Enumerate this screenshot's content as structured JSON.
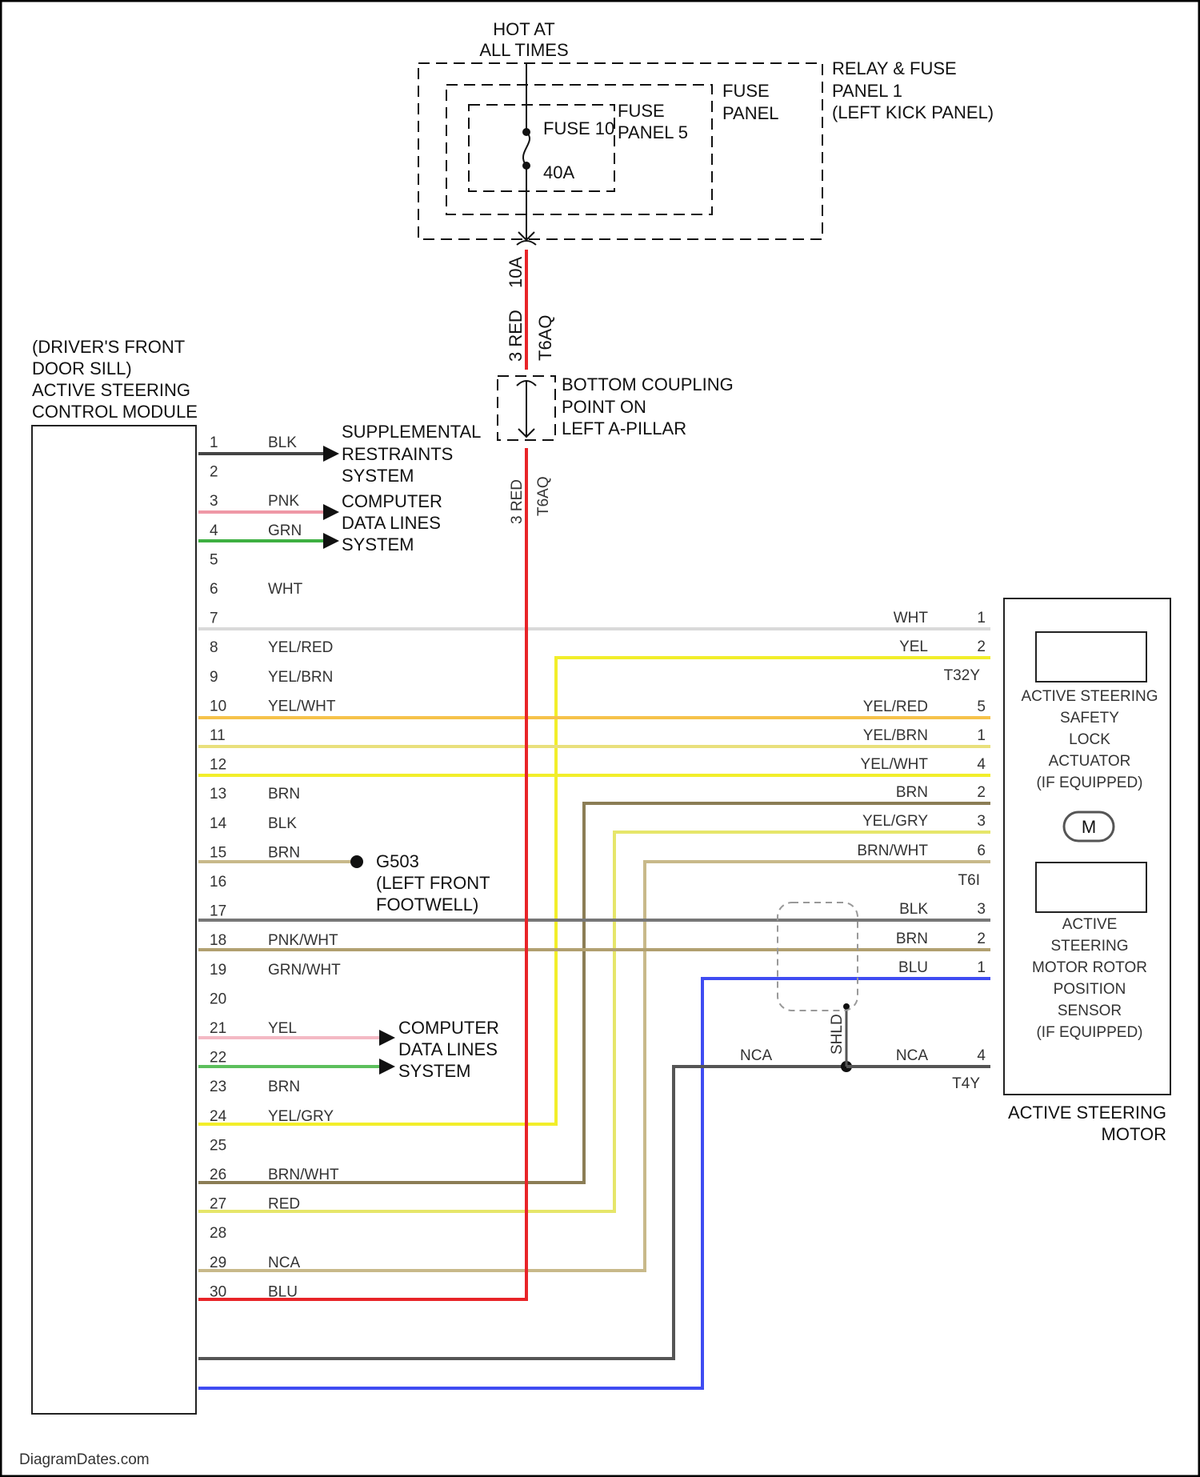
{
  "colors": {
    "RED": "#e82428",
    "BLK": "#444444",
    "PNK": "#ef98a6",
    "GRN": "#3eb042",
    "WHT": "#d9d9d9",
    "YEL": "#f2ee2a",
    "ORANGE": "#f6c24a",
    "TAN": "#c8b98a",
    "BRN": "#8b7d55",
    "GRAY": "#c9c97a",
    "BLU": "#3f4cf2",
    "PINKLT": "#f4b9c4"
  },
  "supply": {
    "hot_line1": "HOT AT",
    "hot_line2": "ALL TIMES",
    "fuse_label": "FUSE 10",
    "fuse_rating": "40A",
    "fuse_panel5_line1": "FUSE",
    "fuse_panel5_line2": "PANEL 5",
    "fuse_panel_line1": "FUSE",
    "fuse_panel_line2": "PANEL",
    "relay_line1": "RELAY & FUSE",
    "relay_line2": "PANEL 1",
    "relay_line3": "(LEFT KICK PANEL)",
    "wire_rating": "10A",
    "wire_label": "3 RED",
    "wire_connector": "T6AQ",
    "coupling_line1": "BOTTOM COUPLING",
    "coupling_line2": "POINT ON",
    "coupling_line3": "LEFT A-PILLAR"
  },
  "module": {
    "line1": "(DRIVER'S FRONT",
    "line2": "DOOR SILL)",
    "line3": "ACTIVE STEERING",
    "line4": "CONTROL MODULE"
  },
  "module_pins": [
    {
      "pin": "1",
      "wire": "BLK"
    },
    {
      "pin": "2",
      "wire": ""
    },
    {
      "pin": "3",
      "wire": "PNK"
    },
    {
      "pin": "4",
      "wire": "GRN"
    },
    {
      "pin": "5",
      "wire": ""
    },
    {
      "pin": "6",
      "wire": "WHT"
    },
    {
      "pin": "7",
      "wire": ""
    },
    {
      "pin": "8",
      "wire": "YEL/RED"
    },
    {
      "pin": "9",
      "wire": "YEL/BRN"
    },
    {
      "pin": "10",
      "wire": "YEL/WHT"
    },
    {
      "pin": "11",
      "wire": ""
    },
    {
      "pin": "12",
      "wire": ""
    },
    {
      "pin": "13",
      "wire": "BRN"
    },
    {
      "pin": "14",
      "wire": "BLK"
    },
    {
      "pin": "15",
      "wire": "BRN"
    },
    {
      "pin": "16",
      "wire": ""
    },
    {
      "pin": "17",
      "wire": ""
    },
    {
      "pin": "18",
      "wire": "PNK/WHT"
    },
    {
      "pin": "19",
      "wire": "GRN/WHT"
    },
    {
      "pin": "20",
      "wire": ""
    },
    {
      "pin": "21",
      "wire": "YEL"
    },
    {
      "pin": "22",
      "wire": ""
    },
    {
      "pin": "23",
      "wire": "BRN"
    },
    {
      "pin": "24",
      "wire": "YEL/GRY"
    },
    {
      "pin": "25",
      "wire": ""
    },
    {
      "pin": "26",
      "wire": "BRN/WHT"
    },
    {
      "pin": "27",
      "wire": "RED"
    },
    {
      "pin": "28",
      "wire": ""
    },
    {
      "pin": "29",
      "wire": "NCA"
    },
    {
      "pin": "30",
      "wire": "BLU"
    }
  ],
  "refs": {
    "srs_line1": "SUPPLEMENTAL",
    "srs_line2": "RESTRAINTS",
    "srs_line3": "SYSTEM",
    "cdl_line1": "COMPUTER",
    "cdl_line2": "DATA LINES",
    "cdl_line3": "SYSTEM",
    "ground_line1": "G503",
    "ground_line2": "(LEFT FRONT",
    "ground_line3": "FOOTWELL)"
  },
  "motor": {
    "lock_line1": "ACTIVE STEERING",
    "lock_line2": "SAFETY",
    "lock_line3": "LOCK",
    "lock_line4": "ACTUATOR",
    "lock_line5": "(IF EQUIPPED)",
    "m_symbol": "M",
    "sensor_line1": "ACTIVE",
    "sensor_line2": "STEERING",
    "sensor_line3": "MOTOR ROTOR",
    "sensor_line4": "POSITION",
    "sensor_line5": "SENSOR",
    "sensor_line6": "(IF EQUIPPED)",
    "title_line1": "ACTIVE STEERING",
    "title_line2": "MOTOR",
    "conn_a": "T32Y",
    "conn_b": "T6I",
    "conn_c": "T4Y",
    "right_pins": [
      {
        "pin": "1",
        "wire": "WHT"
      },
      {
        "pin": "2",
        "wire": "YEL"
      },
      {
        "pin": "5",
        "wire": "YEL/RED"
      },
      {
        "pin": "1",
        "wire": "YEL/BRN"
      },
      {
        "pin": "4",
        "wire": "YEL/WHT"
      },
      {
        "pin": "2",
        "wire": "BRN"
      },
      {
        "pin": "3",
        "wire": "YEL/GRY"
      },
      {
        "pin": "6",
        "wire": "BRN/WHT"
      },
      {
        "pin": "3",
        "wire": "BLK"
      },
      {
        "pin": "2",
        "wire": "BRN"
      },
      {
        "pin": "1",
        "wire": "BLU"
      },
      {
        "pin": "4",
        "wire": "NCA"
      }
    ]
  },
  "nca_mid": "NCA",
  "shield_label": "SHLD",
  "footer": "DiagramDates.com"
}
